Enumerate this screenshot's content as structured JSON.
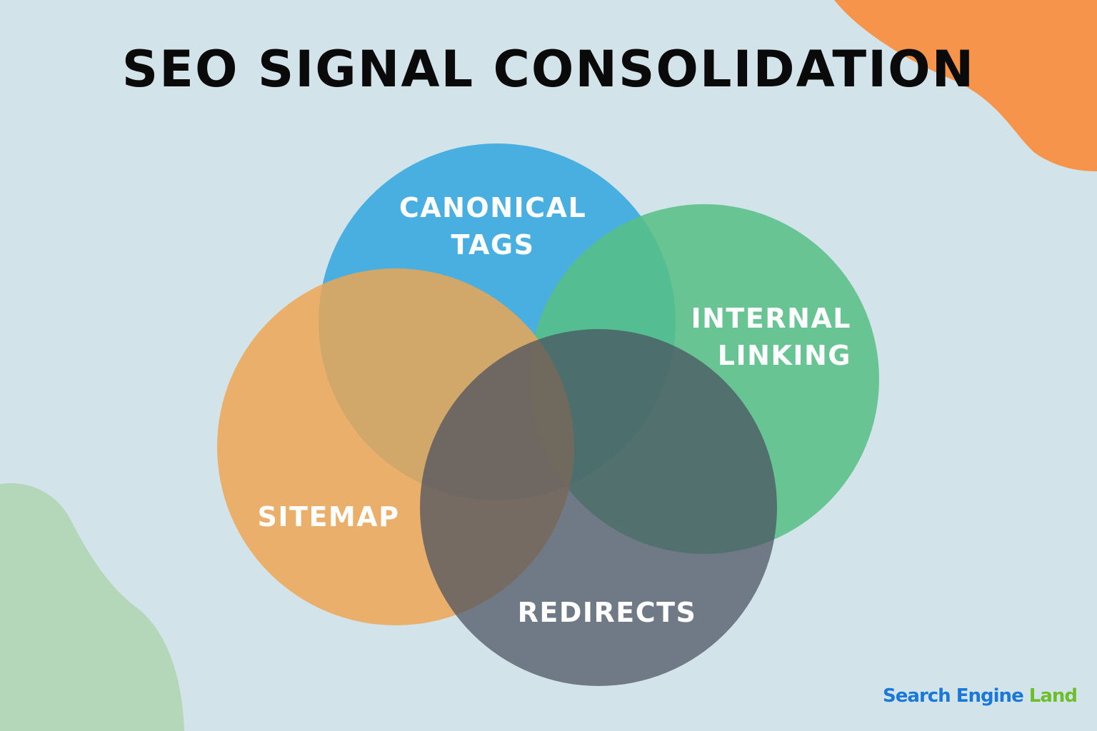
{
  "title": "SEO SIGNAL CONSOLIDATION",
  "circles": {
    "canonical": {
      "line1": "CANONICAL",
      "line2": "TAGS",
      "color": "#3aa8df"
    },
    "internal": {
      "line1": "INTERNAL",
      "line2": "LINKING",
      "color": "#56c084"
    },
    "sitemap": {
      "line1": "SITEMAP",
      "color": "#efa54f"
    },
    "redirects": {
      "line1": "REDIRECTS",
      "color": "#4a5160"
    }
  },
  "logo": {
    "word1": "Search",
    "word2": "Engine",
    "word3": "Land"
  },
  "colors": {
    "background": "#d2e4ea",
    "accent_orange": "#f5944a",
    "accent_green": "#b3d7b8"
  }
}
